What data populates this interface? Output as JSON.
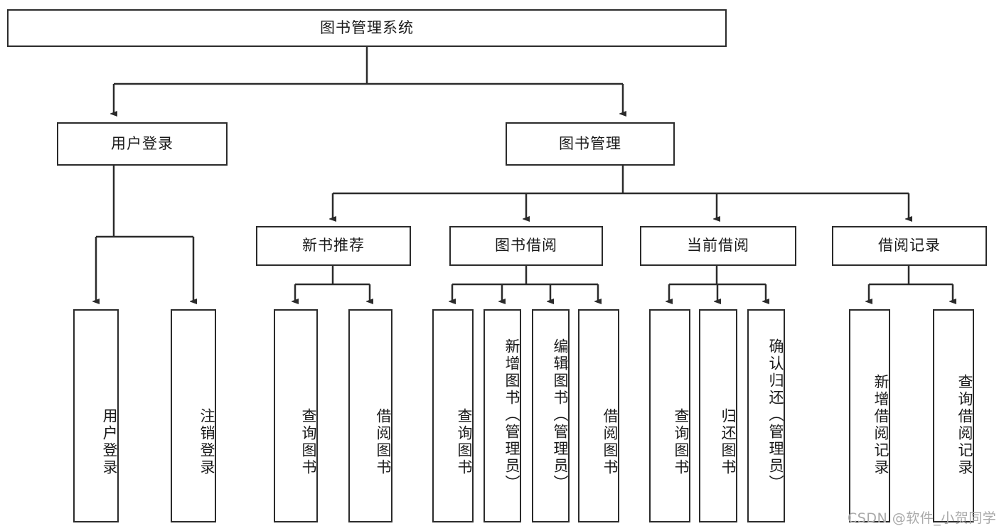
{
  "diagram": {
    "title": "图书管理系统",
    "type": "tree",
    "watermark": "CSDN @软件_小贺同学",
    "colors": {
      "stroke": "#2b2b2b",
      "fill": "#ffffff",
      "text": "#1a1a1a",
      "watermark": "#a9a9a9"
    },
    "nodes": {
      "root": {
        "label": "图书管理系统",
        "orientation": "horizontal"
      },
      "level1": [
        {
          "label": "用户登录",
          "orientation": "horizontal"
        },
        {
          "label": "图书管理",
          "orientation": "horizontal"
        }
      ],
      "level2": [
        {
          "label": "新书推荐",
          "orientation": "horizontal"
        },
        {
          "label": "图书借阅",
          "orientation": "horizontal"
        },
        {
          "label": "当前借阅",
          "orientation": "horizontal"
        },
        {
          "label": "借阅记录",
          "orientation": "horizontal"
        }
      ],
      "leaves_user_login": [
        {
          "label": "用户登录",
          "orientation": "vertical"
        },
        {
          "label": "注销登录",
          "orientation": "vertical"
        }
      ],
      "leaves_new_book": [
        {
          "label": "查询图书",
          "orientation": "vertical"
        },
        {
          "label": "借阅图书",
          "orientation": "vertical"
        }
      ],
      "leaves_borrow": [
        {
          "label": "查询图书",
          "orientation": "vertical"
        },
        {
          "label": "新增图书（管理员）",
          "orientation": "vertical"
        },
        {
          "label": "编辑图书（管理员）",
          "orientation": "vertical"
        },
        {
          "label": "借阅图书",
          "orientation": "vertical"
        }
      ],
      "leaves_current": [
        {
          "label": "查询图书",
          "orientation": "vertical"
        },
        {
          "label": "归还图书",
          "orientation": "vertical"
        },
        {
          "label": "确认归还（管理员）",
          "orientation": "vertical"
        }
      ],
      "leaves_records": [
        {
          "label": "新增借阅记录",
          "orientation": "vertical"
        },
        {
          "label": "查询借阅记录",
          "orientation": "vertical"
        }
      ]
    }
  }
}
